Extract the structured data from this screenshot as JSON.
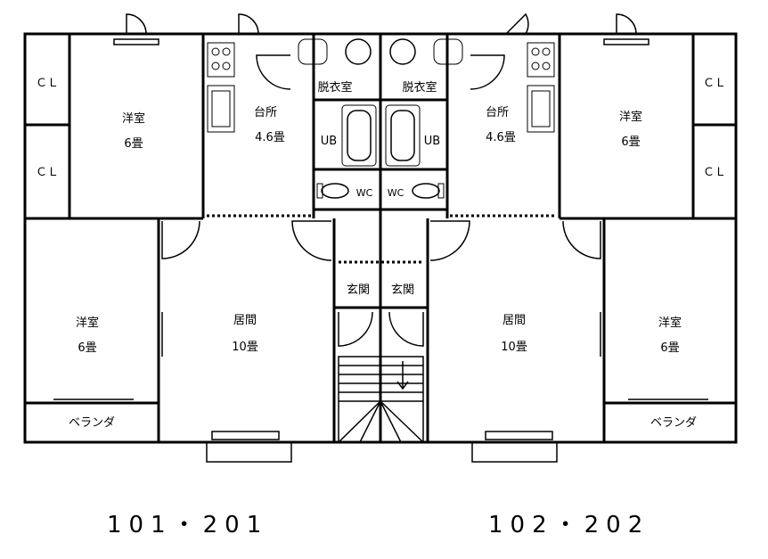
{
  "units": {
    "left": "101・201",
    "right": "102・202"
  },
  "left": {
    "cl_top": "ＣＬ",
    "cl_bottom": "ＣＬ",
    "bed_top_name": "洋室",
    "bed_top_size": "6畳",
    "kitchen_name": "台所",
    "kitchen_size": "4.6畳",
    "bed_bottom_name": "洋室",
    "bed_bottom_size": "6畳",
    "living_name": "居間",
    "living_size": "10畳",
    "balcony": "ベランダ",
    "dressing": "脱衣室",
    "bath": "UB",
    "toilet": "WC",
    "entrance": "玄関"
  },
  "right": {
    "cl_top": "ＣＬ",
    "cl_bottom": "ＣＬ",
    "bed_top_name": "洋室",
    "bed_top_size": "6畳",
    "kitchen_name": "台所",
    "kitchen_size": "4.6畳",
    "bed_bottom_name": "洋室",
    "bed_bottom_size": "6畳",
    "living_name": "居間",
    "living_size": "10畳",
    "balcony": "ベランダ",
    "dressing": "脱衣室",
    "bath": "UB",
    "toilet": "WC",
    "entrance": "玄関"
  }
}
